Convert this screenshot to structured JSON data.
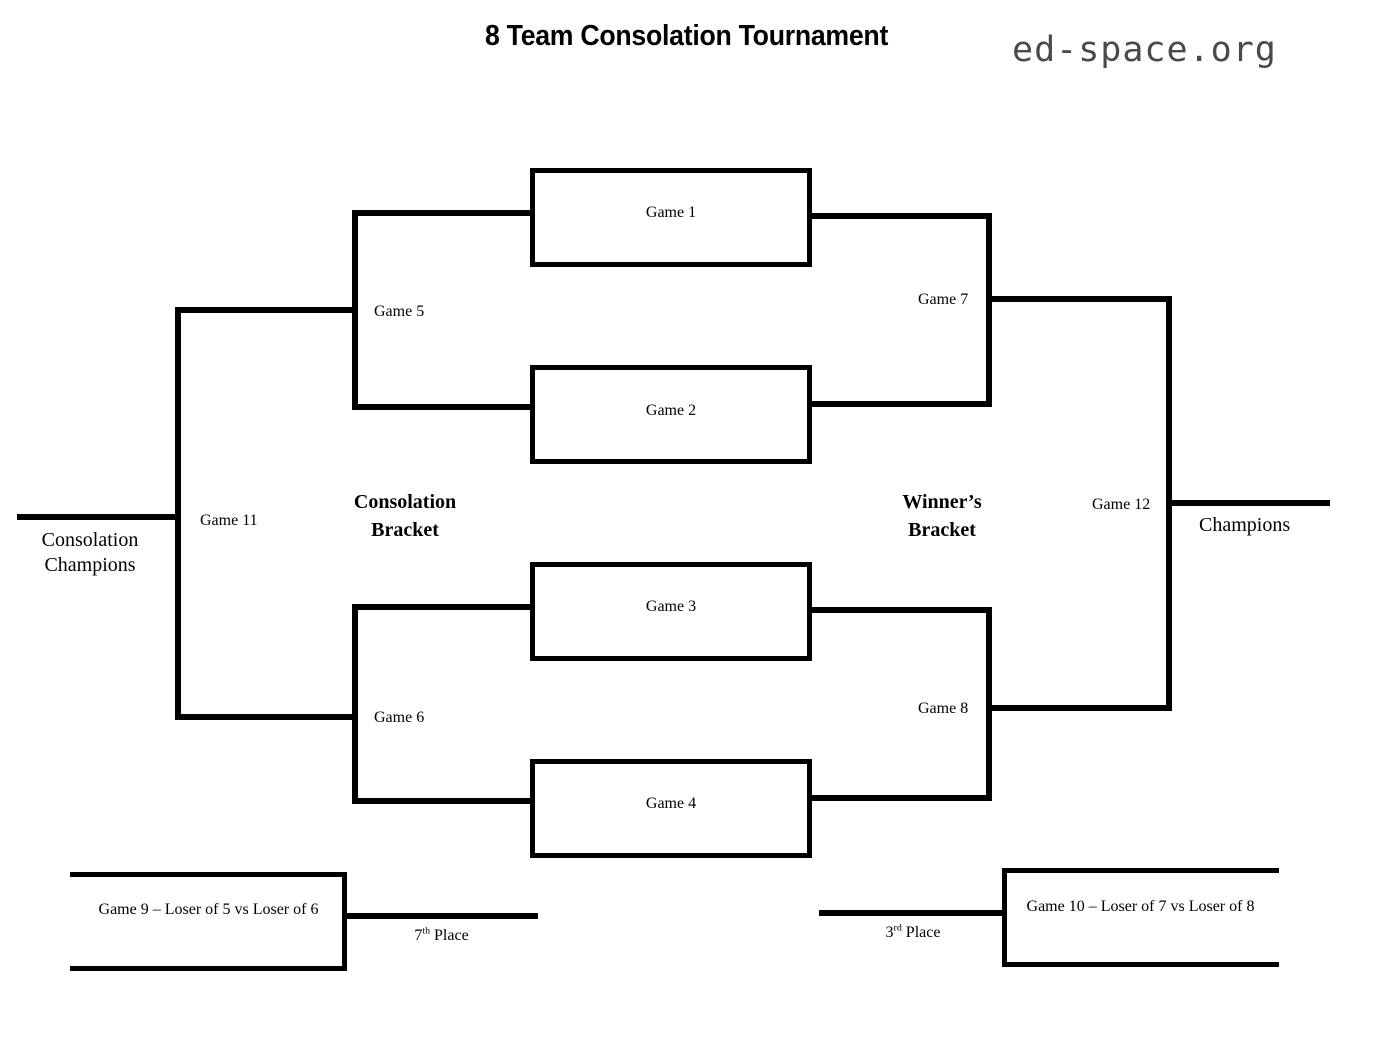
{
  "header": {
    "title": "8 Team Consolation Tournament",
    "watermark": "ed-space.org"
  },
  "brackets": {
    "consolation_label_line1": "Consolation",
    "consolation_label_line2": "Bracket",
    "winners_label_line1": "Winner’s",
    "winners_label_line2": "Bracket"
  },
  "games": {
    "game1": "Game 1",
    "game2": "Game 2",
    "game3": "Game 3",
    "game4": "Game 4",
    "game5": "Game 5",
    "game6": "Game 6",
    "game7": "Game 7",
    "game8": "Game 8",
    "game11": "Game 11",
    "game12": "Game 12",
    "game9": "Game 9 – Loser of 5 vs Loser of 6",
    "game10": "Game 10 – Loser of 7 vs Loser of 8"
  },
  "outcomes": {
    "champions": "Champions",
    "consolation_champions_line1": "Consolation",
    "consolation_champions_line2": "Champions",
    "seventh_place_num": "7",
    "seventh_place_ord": "th",
    "seventh_place_word": "Place",
    "third_place_num": "3",
    "third_place_ord": "rd",
    "third_place_word": "Place"
  },
  "colors": {
    "line": "#000000",
    "text": "#000000",
    "watermark": "#4a4a4a",
    "background": "#ffffff"
  }
}
